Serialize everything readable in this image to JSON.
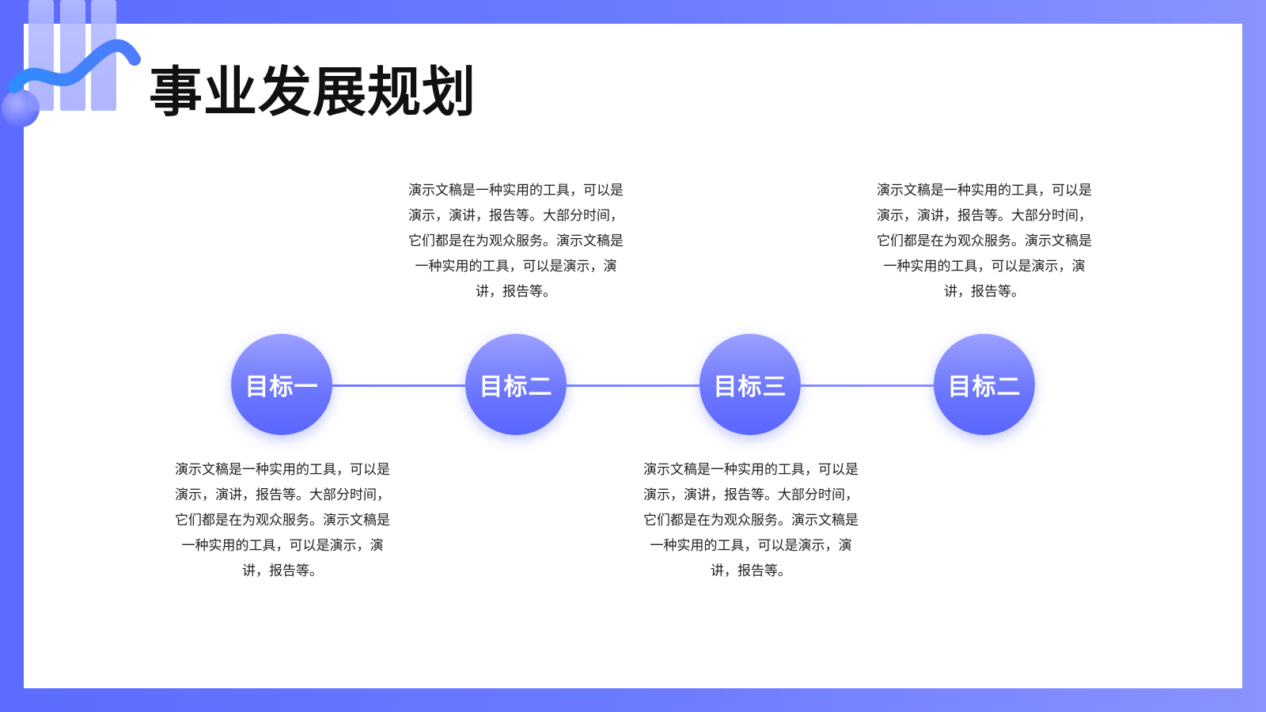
{
  "slide": {
    "title": "事业发展规划",
    "accent_color": "#5b6cff",
    "logo_icon": "wave-bars-logo-icon"
  },
  "timeline": {
    "nodes": [
      {
        "label": "目标一",
        "description": "演示文稿是一种实用的工具，可以是演示，演讲，报告等。大部分时间，它们都是在为观众服务。演示文稿是一种实用的工具，可以是演示，演讲，报告等。",
        "description_position": "below"
      },
      {
        "label": "目标二",
        "description": "演示文稿是一种实用的工具，可以是演示，演讲，报告等。大部分时间，它们都是在为观众服务。演示文稿是一种实用的工具，可以是演示，演讲，报告等。",
        "description_position": "above"
      },
      {
        "label": "目标三",
        "description": "演示文稿是一种实用的工具，可以是演示，演讲，报告等。大部分时间，它们都是在为观众服务。演示文稿是一种实用的工具，可以是演示，演讲，报告等。",
        "description_position": "below"
      },
      {
        "label": "目标二",
        "description": "演示文稿是一种实用的工具，可以是演示，演讲，报告等。大部分时间，它们都是在为观众服务。演示文稿是一种实用的工具，可以是演示，演讲，报告等。",
        "description_position": "above"
      }
    ]
  }
}
